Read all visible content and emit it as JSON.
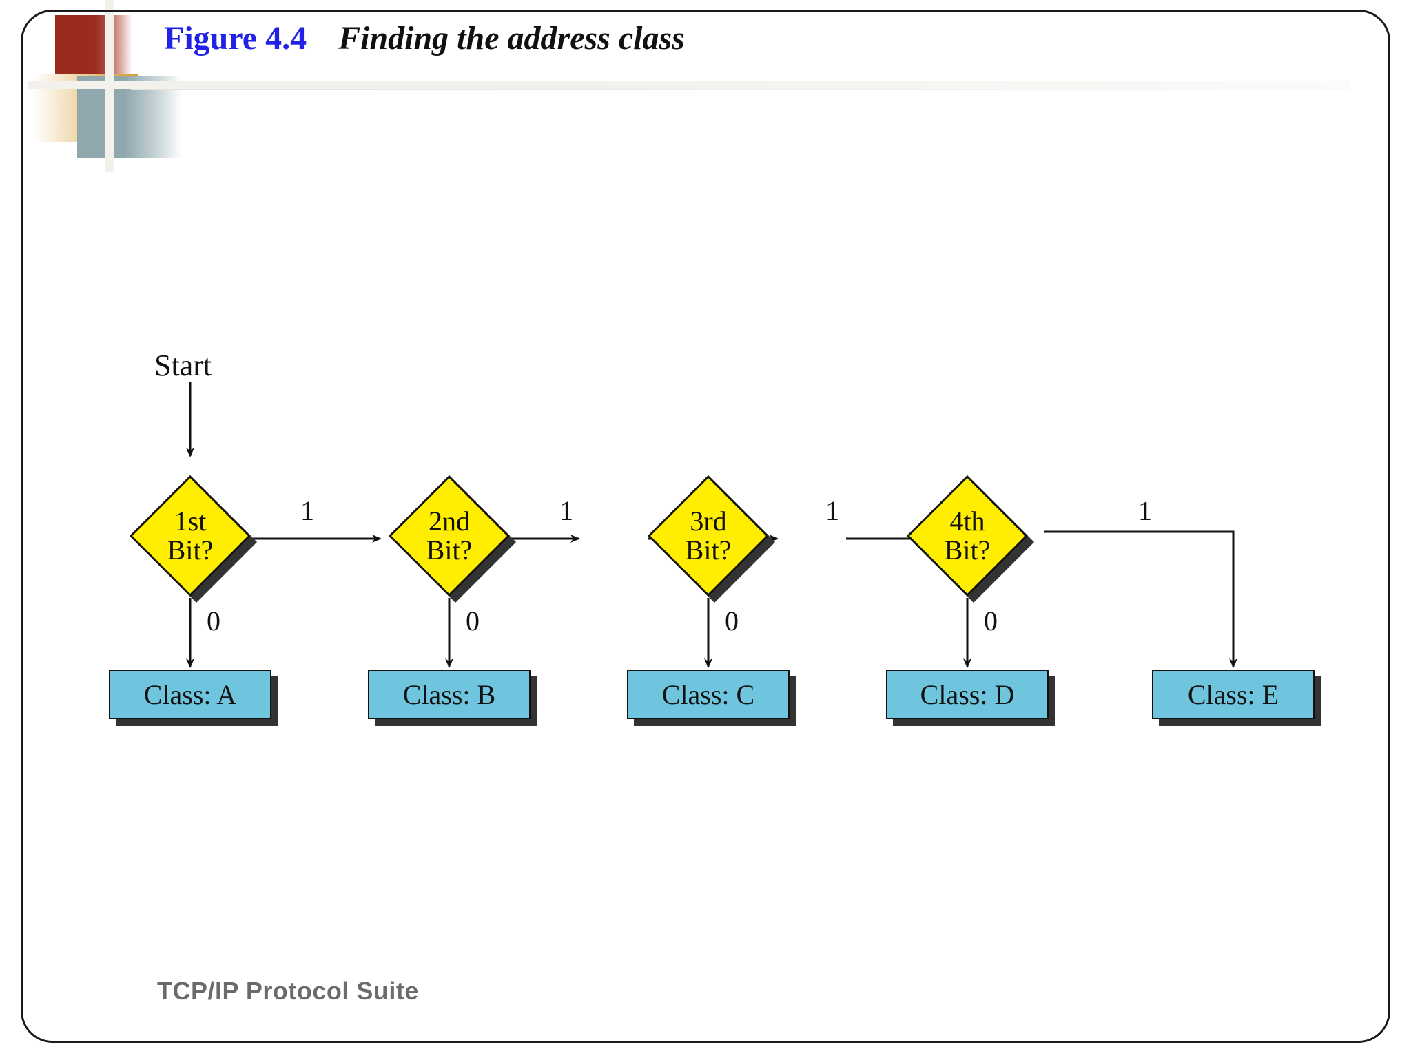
{
  "slide": {
    "title_figure": "Figure 4.4",
    "title_caption": "Finding the address class",
    "footer": "TCP/IP Protocol Suite",
    "colors": {
      "title_figure": "#2222e6",
      "title_caption": "#111111",
      "decision_fill": "#ffee00",
      "decision_shadow": "#333333",
      "terminal_fill": "#6ec5dd",
      "terminal_shadow": "#333333",
      "footer_text": "#6b6b6b",
      "deco_red": "#9b2b1f",
      "deco_gold": "#d79d33",
      "deco_slate": "#8fa7ad",
      "border": "#1a1a1a"
    }
  },
  "flowchart": {
    "start_label": "Start",
    "decisions": [
      {
        "id": "bit1",
        "line1": "1st",
        "line2": "Bit?"
      },
      {
        "id": "bit2",
        "line1": "2nd",
        "line2": "Bit?"
      },
      {
        "id": "bit3",
        "line1": "3rd",
        "line2": "Bit?"
      },
      {
        "id": "bit4",
        "line1": "4th",
        "line2": "Bit?"
      }
    ],
    "terminals": [
      {
        "id": "classA",
        "label": "Class: A"
      },
      {
        "id": "classB",
        "label": "Class: B"
      },
      {
        "id": "classC",
        "label": "Class: C"
      },
      {
        "id": "classD",
        "label": "Class: D"
      },
      {
        "id": "classE",
        "label": "Class: E"
      }
    ],
    "edge_labels": {
      "one_1": "1",
      "one_2": "1",
      "one_3": "1",
      "one_4": "1",
      "zero_1": "0",
      "zero_2": "0",
      "zero_3": "0",
      "zero_4": "0"
    }
  }
}
